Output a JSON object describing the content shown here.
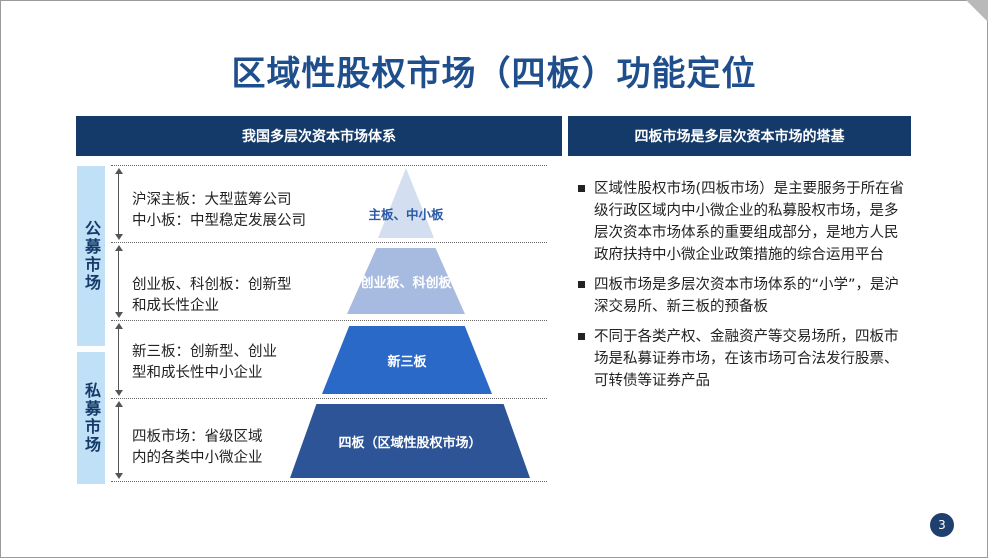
{
  "title": "区域性股权市场（四板）功能定位",
  "left_panel": {
    "header": "我国多层次资本市场体系",
    "side_labels": {
      "public": "公募市场",
      "private": "私募市场"
    },
    "levels": [
      {
        "line1": "沪深主板：大型蓝筹公司",
        "line2": "中小板：中型稳定发展公司"
      },
      {
        "line1": "创业板、科创板：创新型",
        "line2": "和成长性企业"
      },
      {
        "line1": "新三板：创新型、创业",
        "line2": "型和成长性中小企业"
      },
      {
        "line1": "四板市场：省级区域",
        "line2": "内的各类中小微企业"
      }
    ],
    "pyramid": [
      "主板、中小板",
      "创业板、科创板",
      "新三板",
      "四板（区域性股权市场）"
    ]
  },
  "right_panel": {
    "header": "四板市场是多层次资本市场的塔基",
    "bullets": [
      "区域性股权市场(四板市场）是主要服务于所在省级行政区域内中小微企业的私募股权市场，是多层次资本市场体系的重要组成部分，是地方人民政府扶持中小微企业政策措施的综合运用平台",
      "四板市场是多层次资本市场体系的“小学”，是沪深交易所、新三板的预备板",
      "不同于各类产权、金融资产等交易场所，四板市场是私募证券市场，在该市场可合法发行股票、可转债等证券产品"
    ]
  },
  "page_number": "3"
}
